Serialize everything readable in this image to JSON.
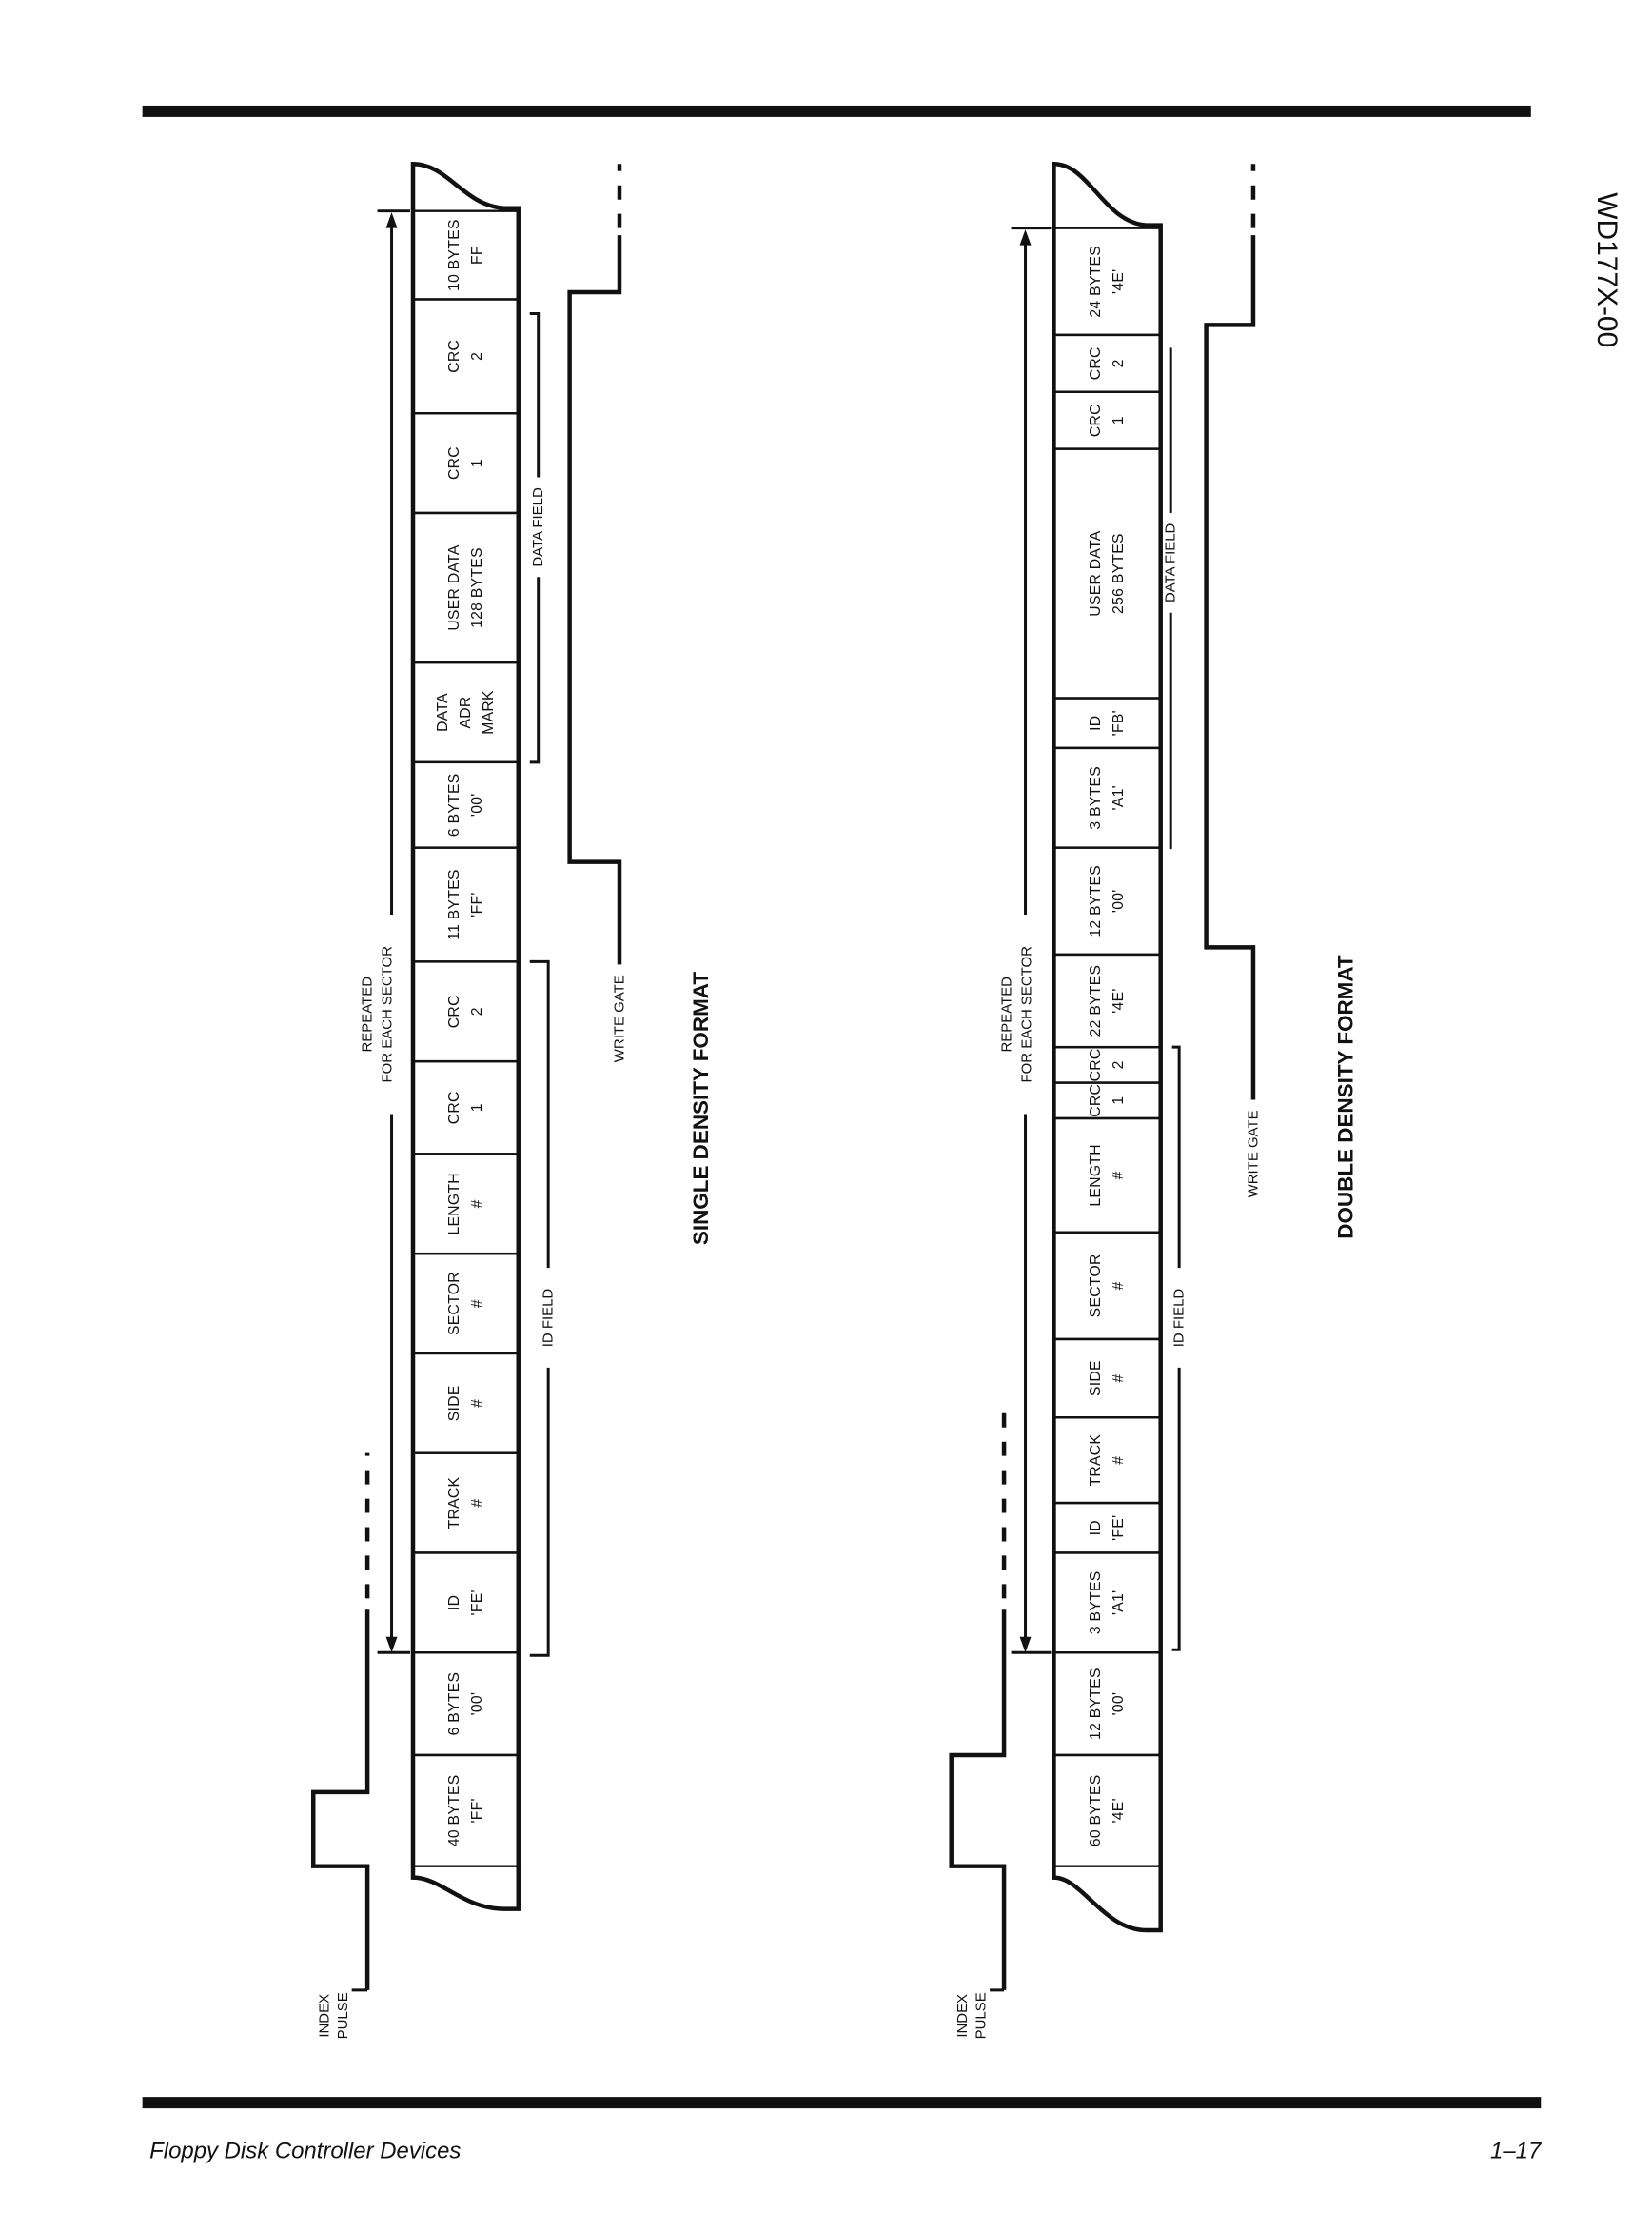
{
  "side_title": "WD177X-00",
  "footer": {
    "left": "Floppy Disk Controller Devices",
    "right": "1–17"
  },
  "single": {
    "title": "SINGLE DENSITY FORMAT",
    "repeated_label": [
      "REPEATED",
      "FOR EACH SECTOR"
    ],
    "index_label": [
      "INDEX",
      "PULSE"
    ],
    "write_gate_label": "WRITE GATE",
    "id_field_label": "ID FIELD",
    "data_field_label": "DATA FIELD",
    "cells": [
      [
        "10 BYTES",
        "FF"
      ],
      [
        "CRC",
        "2"
      ],
      [
        "CRC",
        "1"
      ],
      [
        "USER DATA",
        "128 BYTES"
      ],
      [
        "DATA",
        "ADR",
        "MARK"
      ],
      [
        "6 BYTES",
        "'00'"
      ],
      [
        "11 BYTES",
        "'FF'"
      ],
      [
        "CRC",
        "2"
      ],
      [
        "CRC",
        "1"
      ],
      [
        "LENGTH",
        "#"
      ],
      [
        "SECTOR",
        "#"
      ],
      [
        "SIDE",
        "#"
      ],
      [
        "TRACK",
        "#"
      ],
      [
        "ID",
        "'FE'"
      ],
      [
        "6 BYTES",
        "'00'"
      ],
      [
        "40 BYTES",
        "'FF'"
      ]
    ]
  },
  "double": {
    "title": "DOUBLE DENSITY FORMAT",
    "repeated_label": [
      "REPEATED",
      "FOR EACH SECTOR"
    ],
    "index_label": [
      "INDEX",
      "PULSE"
    ],
    "write_gate_label": "WRITE GATE",
    "id_field_label": "ID FIELD",
    "data_field_label": "DATA FIELD",
    "cells": [
      [
        "24 BYTES",
        "'4E'"
      ],
      [
        "CRC",
        "2"
      ],
      [
        "CRC",
        "1"
      ],
      [
        "USER DATA",
        "256 BYTES"
      ],
      [
        "ID",
        "'FB'"
      ],
      [
        "3 BYTES",
        "'A1'"
      ],
      [
        "12 BYTES",
        "'00'"
      ],
      [
        "22 BYTES",
        "'4E'"
      ],
      [
        "CRC",
        "2"
      ],
      [
        "CRC",
        "1"
      ],
      [
        "LENGTH",
        "#"
      ],
      [
        "SECTOR",
        "#"
      ],
      [
        "SIDE",
        "#"
      ],
      [
        "TRACK",
        "#"
      ],
      [
        "ID",
        "'FE'"
      ],
      [
        "3 BYTES",
        "'A1'"
      ],
      [
        "12 BYTES",
        "'00'"
      ],
      [
        "60 BYTES",
        "'4E'"
      ]
    ]
  }
}
